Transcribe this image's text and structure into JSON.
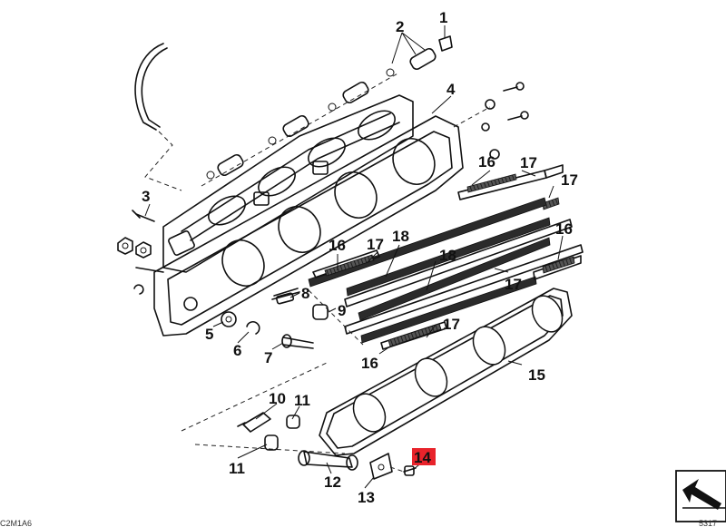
{
  "callouts": {
    "c1": "1",
    "c2": "2",
    "c3": "3",
    "c4": "4",
    "c5": "5",
    "c6": "6",
    "c7": "7",
    "c8": "8",
    "c9": "9",
    "c10": "10",
    "c11a": "11",
    "c11b": "11",
    "c12": "12",
    "c13": "13",
    "c14": "14",
    "c15": "15",
    "c16a": "16",
    "c16b": "16",
    "c16c": "16",
    "c16d": "16",
    "c17a": "17",
    "c17b": "17",
    "c17c": "17",
    "c17d": "17",
    "c17e": "17",
    "c18a": "18",
    "c18b": "18"
  },
  "highlight": {
    "callout": "14",
    "color": "#e8232b"
  },
  "footer": {
    "left_code": "C2M1A6",
    "right_code": "5317"
  }
}
